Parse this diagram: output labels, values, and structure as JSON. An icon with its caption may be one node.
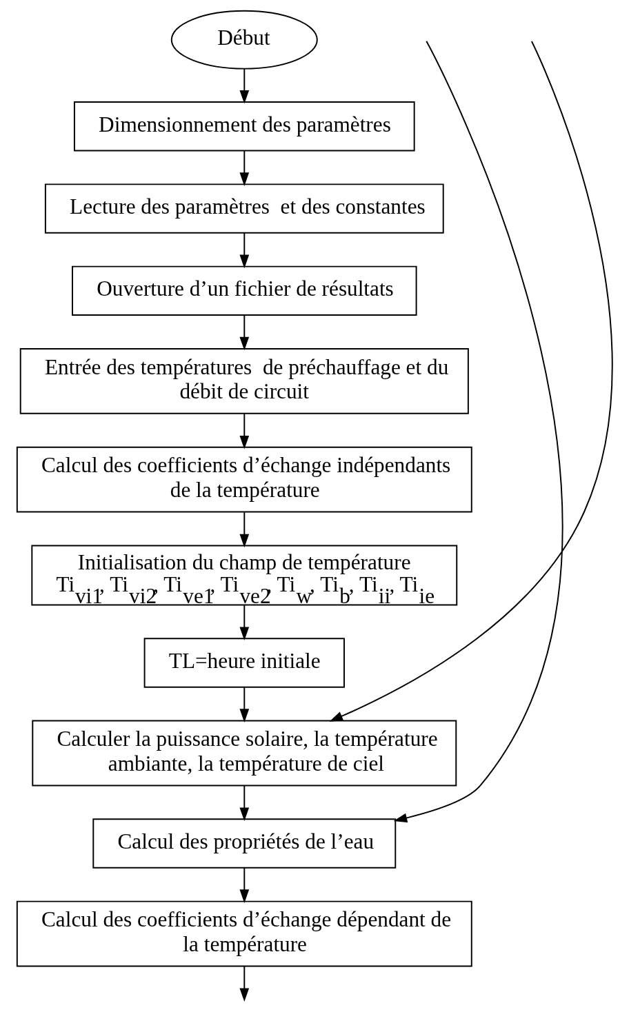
{
  "diagram": {
    "nodes": [
      {
        "text": [
          "Début"
        ]
      },
      {
        "text": [
          "Dimensionnement des paramètres"
        ]
      },
      {
        "text": [
          "Lecture des paramètres  et des constantes"
        ]
      },
      {
        "text": [
          "Ouverture d’un fichier de résultats"
        ]
      },
      {
        "text": [
          "Entrée des températures  de préchauffage et du débit de circuit"
        ]
      },
      {
        "text": [
          "Calcul des coefficients d’échange indépendants de la température"
        ]
      },
      {
        "text": [
          "Initialisation du champ de température",
          "Ti$_{vi1}$, Ti$_{vi2}$, Ti$_{ve1}$, Ti$_{ve2}$, Ti$_{w}$, Ti$_{b}$, Ti$_{ii}$, Ti$_{ie}$"
        ]
      },
      {
        "text": [
          "TL=heure initiale"
        ]
      },
      {
        "text": [
          "Calculer la puissance solaire, la température ambiante, la température de ciel"
        ]
      },
      {
        "text": [
          "Calcul des propriétés de l’eau"
        ]
      },
      {
        "text": [
          "Calcul des coefficients d’échange dépendant de la température"
        ]
      }
    ],
    "edges": [
      {
        "from": 0,
        "to": 1,
        "arrow": "to"
      },
      {
        "from": 1,
        "to": 2,
        "arrow": "to"
      },
      {
        "from": 2,
        "to": 3,
        "arrow": "to"
      },
      {
        "from": 3,
        "to": 4,
        "arrow": "to"
      },
      {
        "from": 4,
        "to": 5,
        "arrow": "to"
      },
      {
        "from": 5,
        "to": 6,
        "arrow": "to"
      },
      {
        "from": 6,
        "to": 7,
        "arrow": "to"
      },
      {
        "from": 7,
        "to": 8,
        "arrow": "to"
      },
      {
        "from": null,
        "to": 8,
        "arrow": "to"
      },
      {
        "from": 8,
        "to": 9,
        "arrow": "to"
      },
      {
        "from": null,
        "to": 9,
        "arrow": "to"
      },
      {
        "from": 9,
        "to": 10,
        "arrow": "to"
      },
      {
        "from": 10,
        "to": null,
        "arrow": "to"
      }
    ]
  }
}
